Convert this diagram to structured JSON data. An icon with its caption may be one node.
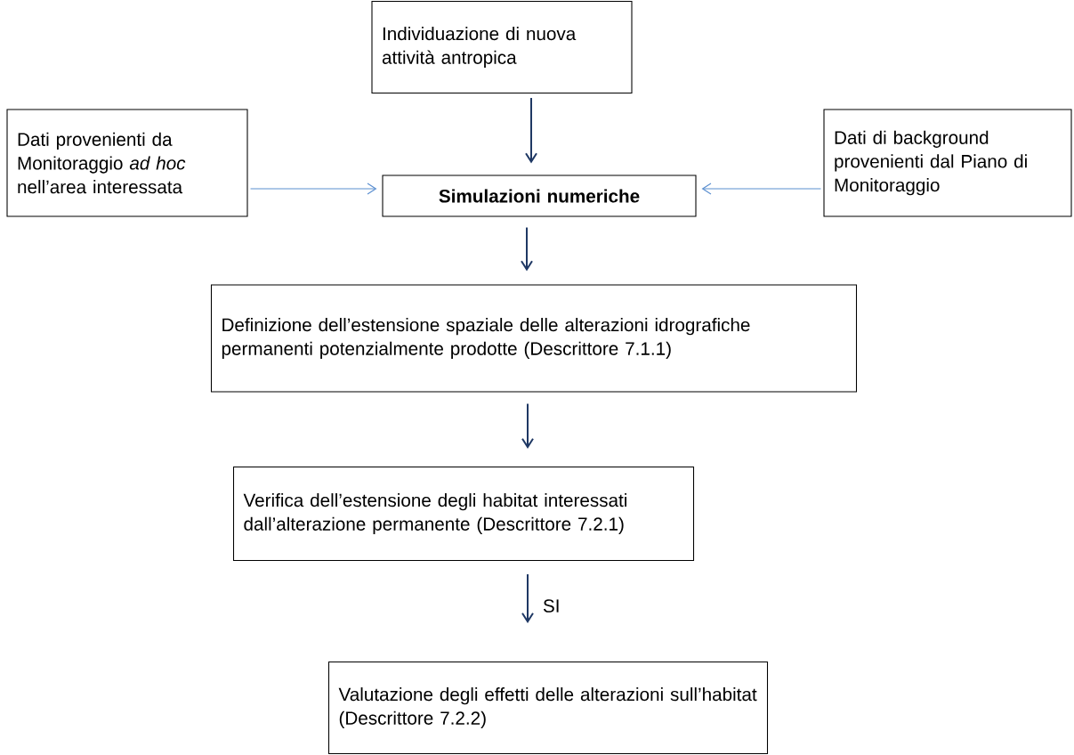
{
  "diagram": {
    "nodes": [
      {
        "text": [
          "Individuazione di nuova attività antropica"
        ]
      },
      {
        "text": [
          "Dati provenienti da Monitoraggio *ad hoc* nell’area interessata"
        ]
      },
      {
        "text": [
          "Simulazioni numeriche"
        ]
      },
      {
        "text": [
          "Dati di background provenienti dal Piano di Monitoraggio"
        ]
      },
      {
        "text": [
          "Definizione dell’estensione spaziale delle alterazioni idrografiche permanenti potenzialmente prodotte (Descrittore 7.1.1)"
        ]
      },
      {
        "text": [
          "Verifica dell’estensione degli habitat interessati dall’alterazione permanente (Descrittore 7.2.1)"
        ]
      },
      {
        "text": [
          "Valutazione degli effetti delle alterazioni sull’habitat (Descrittore 7.2.2)"
        ]
      }
    ],
    "edges": [
      {
        "from": 0,
        "to": 2,
        "arrow": "to"
      },
      {
        "from": 1,
        "to": 2,
        "arrow": "to",
        "color": "#5b8fd0"
      },
      {
        "from": 3,
        "to": 2,
        "arrow": "to",
        "color": "#5b8fd0"
      },
      {
        "from": 2,
        "to": 4,
        "arrow": "to"
      },
      {
        "from": 4,
        "to": 5,
        "arrow": "to"
      },
      {
        "from": 5,
        "to": 6,
        "arrow": "to",
        "label": "SI"
      }
    ]
  }
}
